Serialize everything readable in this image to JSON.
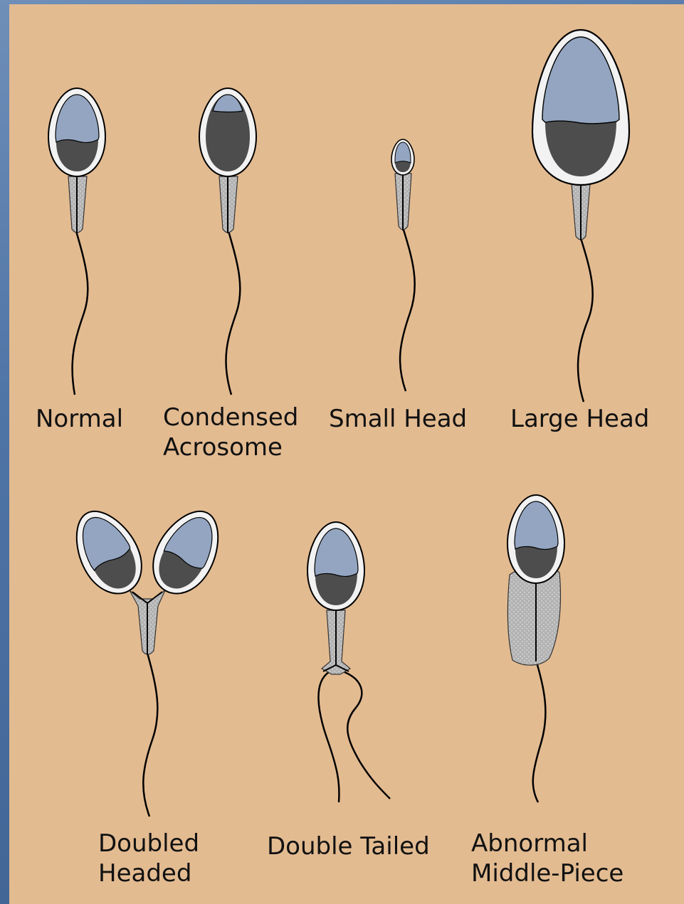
{
  "colors": {
    "background": "#e3bb91",
    "frame": "#4f74a6",
    "acrosome": "#93a5c0",
    "nucleus": "#4d4d4d",
    "membrane": "#f2f2f2",
    "midpiece": "#b3b3b3",
    "outline": "#000000"
  },
  "labels": {
    "normal": "Normal",
    "condensed_line1": "Condensed",
    "condensed_line2": "Acrosome",
    "small_head": "Small Head",
    "large_head": "Large Head",
    "doubled_line1": "Doubled",
    "doubled_line2": "Headed",
    "double_tailed": "Double Tailed",
    "abnormal_line1": "Abnormal",
    "abnormal_line2": "Middle-Piece"
  }
}
